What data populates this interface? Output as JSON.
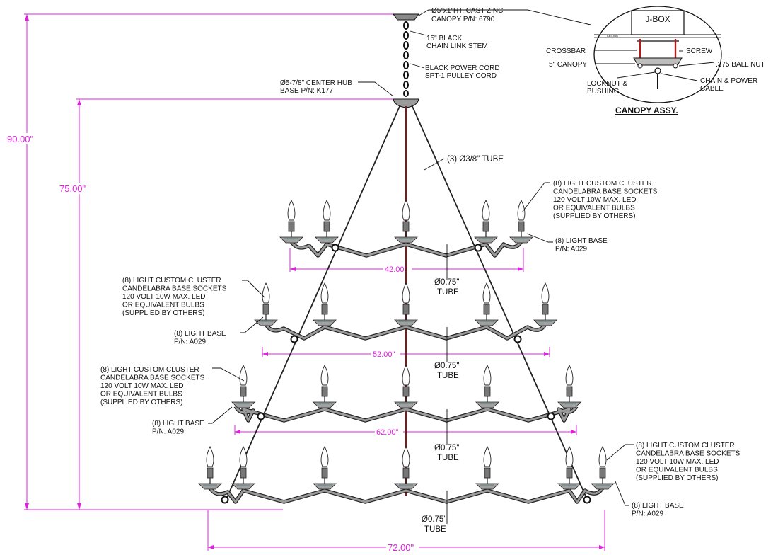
{
  "canopy_label": [
    "Ø5\"x1\"HT. CAST ZINC",
    "CANOPY  P/N: 6790"
  ],
  "stem_label": [
    "15\" BLACK",
    "CHAIN LINK STEM"
  ],
  "cord_label": [
    "BLACK POWER CORD",
    "SPT-1 PULLEY CORD"
  ],
  "hub_label": [
    "Ø5-7/8\" CENTER HUB",
    "BASE P/N: K177"
  ],
  "tube_rods_label": "(3) Ø3/8\" TUBE",
  "cluster_label": [
    "(8) LIGHT CUSTOM CLUSTER",
    "CANDELABRA BASE SOCKETS",
    "120 VOLT 10W MAX. LED",
    "OR EQUIVALENT BULBS",
    "(SUPPLIED BY OTHERS)"
  ],
  "light_base_label": [
    "(8) LIGHT BASE",
    "P/N: A029"
  ],
  "tube_label": [
    "Ø0.75\"",
    "TUBE"
  ],
  "dimensions": {
    "overall_height": "90.00\"",
    "body_height": "75.00\"",
    "tier1_width": "42.00\"",
    "tier2_width": "52.00\"",
    "tier3_width": "62.00\"",
    "tier4_width": "72.00\""
  },
  "canopy_detail": {
    "jbox": "J-BOX",
    "ceiling": "CEILING",
    "crossbar": "CROSSBAR",
    "screw": "SCREW",
    "canopy": "5\" CANOPY",
    "ball_nut": ".375 BALL NUT",
    "locknut": [
      "LOCKNUT &",
      "BUSHING"
    ],
    "chain_power": [
      "CHAIN & POWER",
      "CABLE"
    ],
    "title": "CANOPY ASSY."
  }
}
